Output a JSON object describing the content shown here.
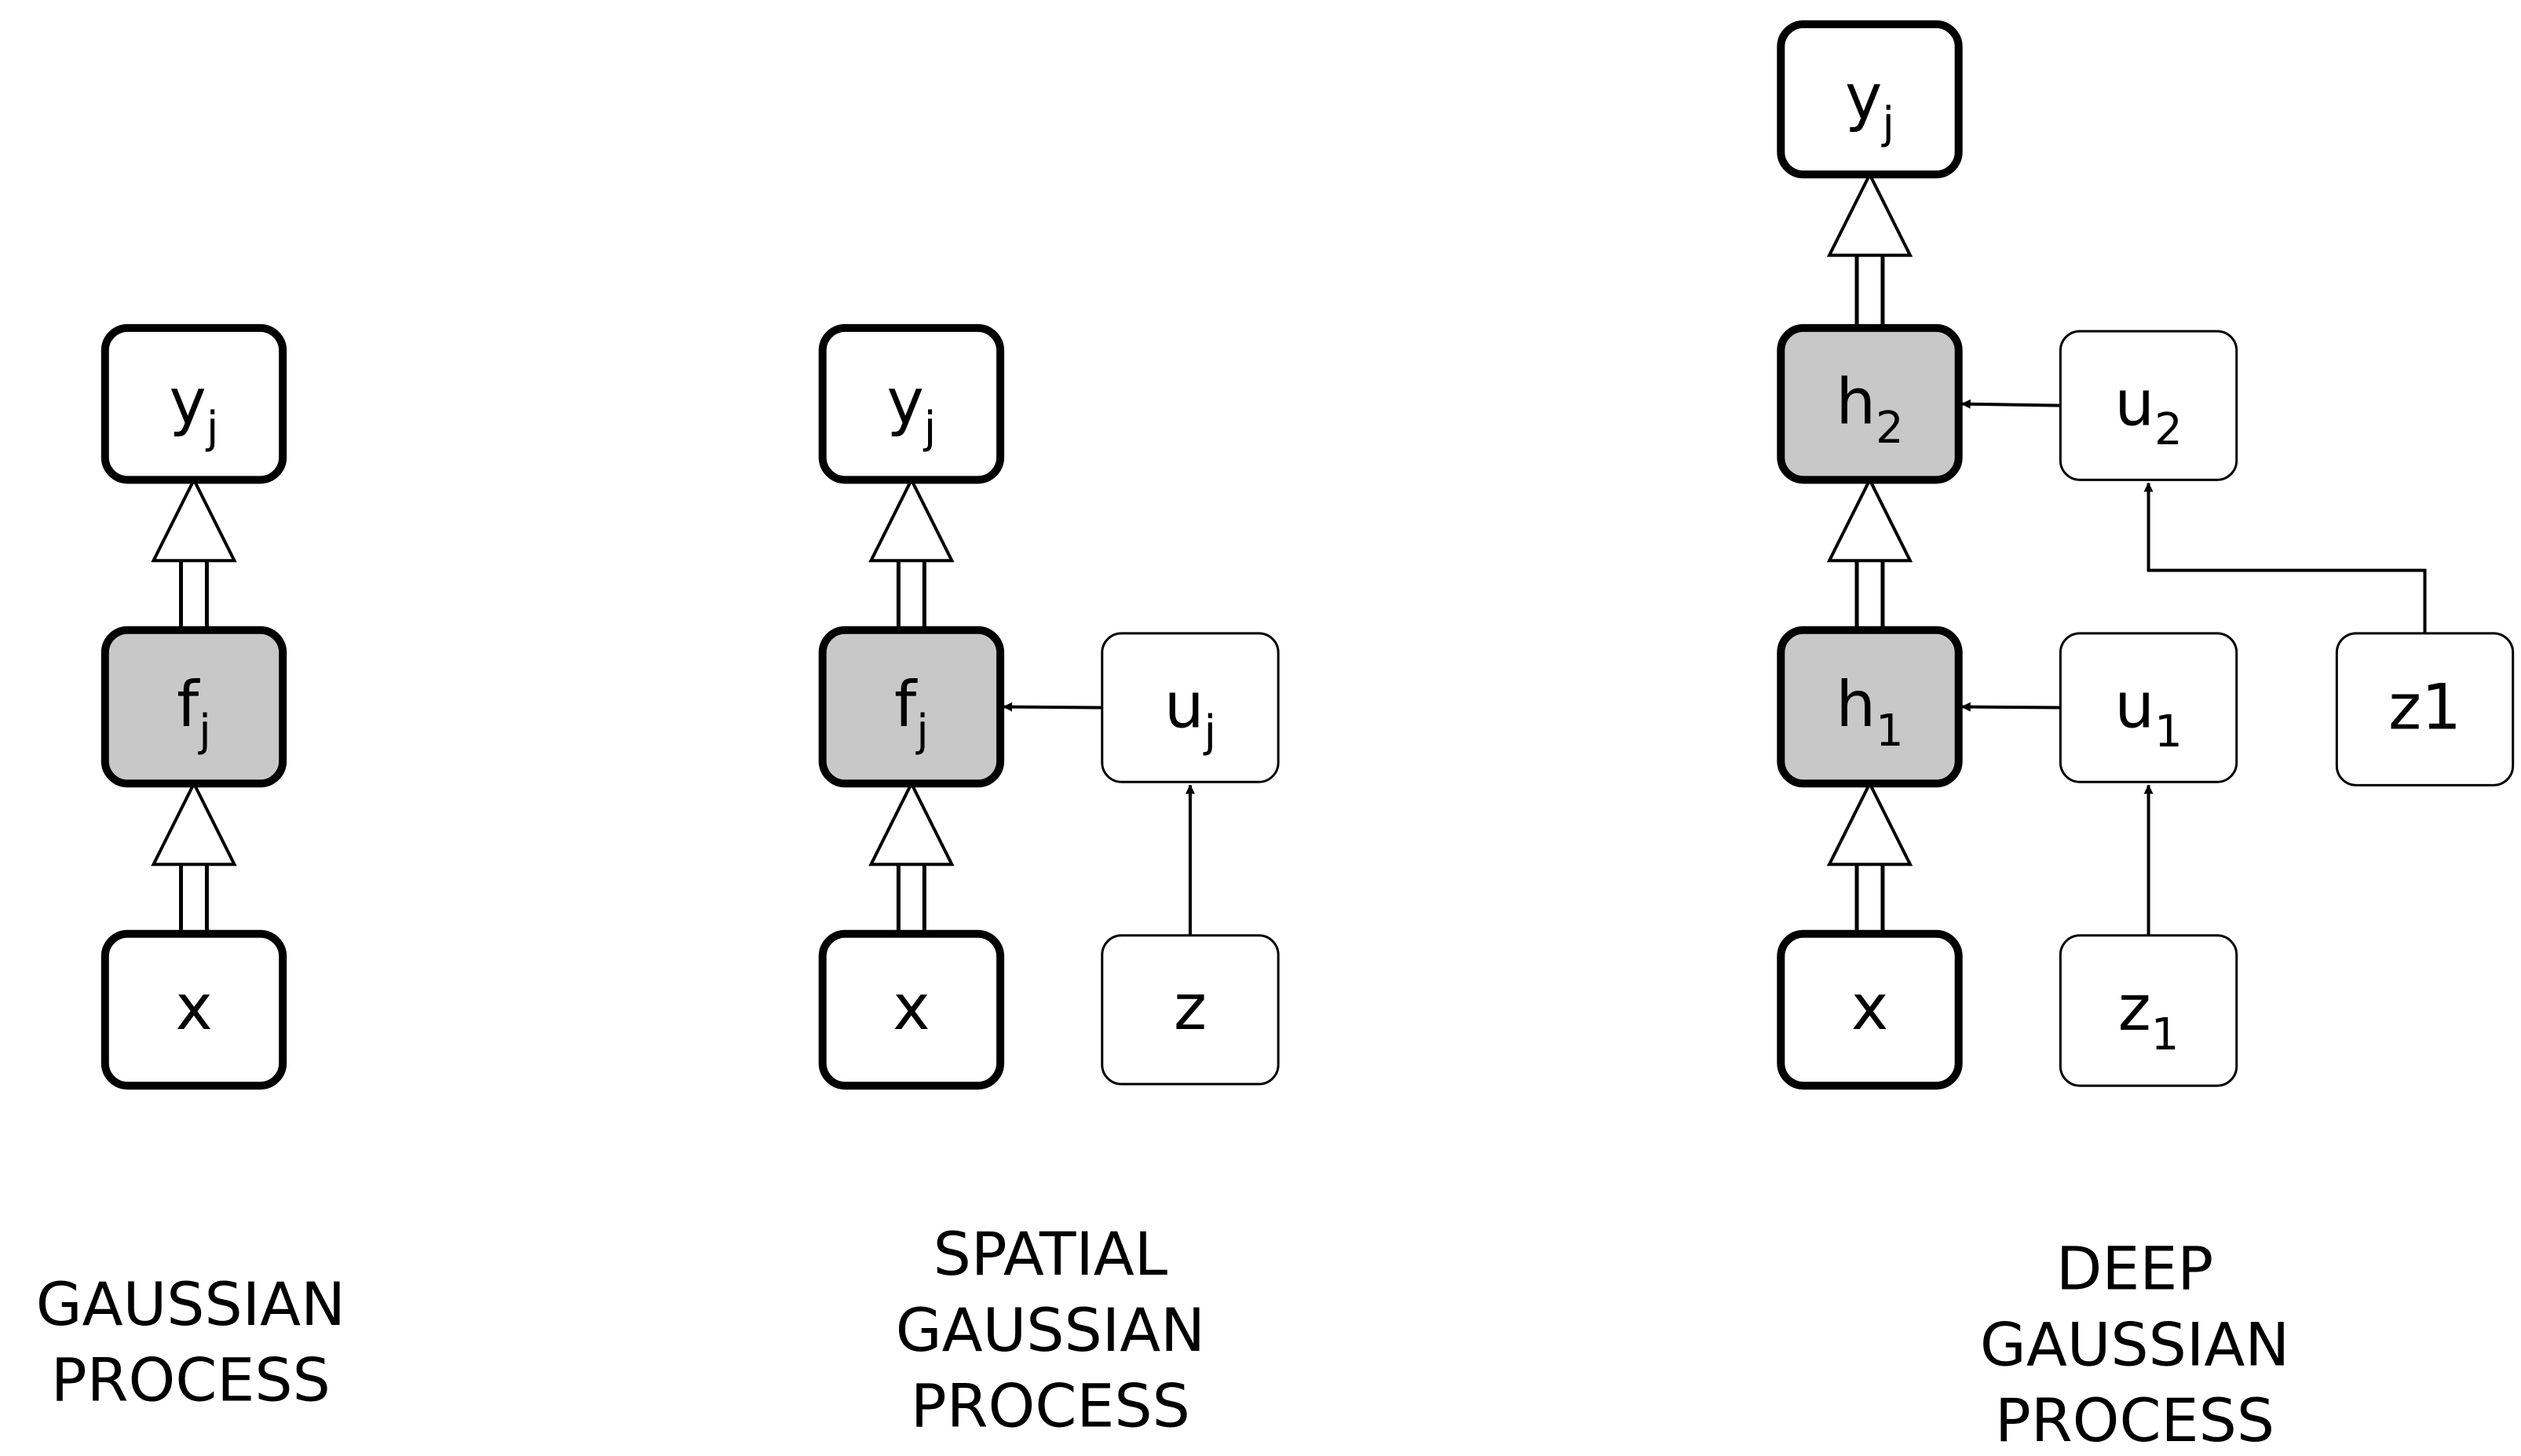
{
  "colors": {
    "stroke": "#000000",
    "plain_fill": "#ffffff",
    "shaded_fill": "#c8c8c8"
  },
  "panels": [
    {
      "id": "gp",
      "caption": [
        "GAUSSIAN",
        "PROCESS"
      ],
      "nodes": [
        {
          "id": "gp_y",
          "label": "y",
          "sub": "j",
          "shaded": false,
          "bold": true
        },
        {
          "id": "gp_f",
          "label": "f",
          "sub": "j",
          "shaded": true,
          "bold": true
        },
        {
          "id": "gp_x",
          "label": "x",
          "sub": "",
          "shaded": false,
          "bold": true
        }
      ],
      "edges": [
        {
          "from": "gp_x",
          "to": "gp_f",
          "style": "double"
        },
        {
          "from": "gp_f",
          "to": "gp_y",
          "style": "double"
        }
      ]
    },
    {
      "id": "sgp",
      "caption": [
        "SPATIAL",
        "GAUSSIAN",
        "PROCESS"
      ],
      "nodes": [
        {
          "id": "sgp_y",
          "label": "y",
          "sub": "j",
          "shaded": false,
          "bold": true
        },
        {
          "id": "sgp_f",
          "label": "f",
          "sub": "j",
          "shaded": true,
          "bold": true
        },
        {
          "id": "sgp_u",
          "label": "u",
          "sub": "j",
          "shaded": false,
          "bold": false
        },
        {
          "id": "sgp_x",
          "label": "x",
          "sub": "",
          "shaded": false,
          "bold": true
        },
        {
          "id": "sgp_z",
          "label": "z",
          "sub": "",
          "shaded": false,
          "bold": false
        }
      ],
      "edges": [
        {
          "from": "sgp_x",
          "to": "sgp_f",
          "style": "double"
        },
        {
          "from": "sgp_f",
          "to": "sgp_y",
          "style": "double"
        },
        {
          "from": "sgp_u",
          "to": "sgp_f",
          "style": "single"
        },
        {
          "from": "sgp_z",
          "to": "sgp_u",
          "style": "single"
        }
      ]
    },
    {
      "id": "dgp",
      "caption": [
        "DEEP",
        "GAUSSIAN",
        "PROCESS"
      ],
      "nodes": [
        {
          "id": "dgp_y",
          "label": "y",
          "sub": "j",
          "shaded": false,
          "bold": true
        },
        {
          "id": "dgp_h2",
          "label": "h",
          "sub": "2",
          "shaded": true,
          "bold": true
        },
        {
          "id": "dgp_u2",
          "label": "u",
          "sub": "2",
          "shaded": false,
          "bold": false
        },
        {
          "id": "dgp_h1",
          "label": "h",
          "sub": "1",
          "shaded": true,
          "bold": true
        },
        {
          "id": "dgp_u1",
          "label": "u",
          "sub": "1",
          "shaded": false,
          "bold": false
        },
        {
          "id": "dgp_z1b",
          "label": "z1",
          "sub": "",
          "shaded": false,
          "bold": false
        },
        {
          "id": "dgp_x",
          "label": "x",
          "sub": "",
          "shaded": false,
          "bold": true
        },
        {
          "id": "dgp_z1",
          "label": "z",
          "sub": "1",
          "shaded": false,
          "bold": false
        }
      ],
      "edges": [
        {
          "from": "dgp_x",
          "to": "dgp_h1",
          "style": "double"
        },
        {
          "from": "dgp_h1",
          "to": "dgp_h2",
          "style": "double"
        },
        {
          "from": "dgp_h2",
          "to": "dgp_y",
          "style": "double"
        },
        {
          "from": "dgp_u1",
          "to": "dgp_h1",
          "style": "single"
        },
        {
          "from": "dgp_u2",
          "to": "dgp_h2",
          "style": "single"
        },
        {
          "from": "dgp_z1",
          "to": "dgp_u1",
          "style": "single"
        },
        {
          "from": "dgp_z1b",
          "to": "dgp_u2",
          "style": "elbow"
        }
      ]
    }
  ]
}
